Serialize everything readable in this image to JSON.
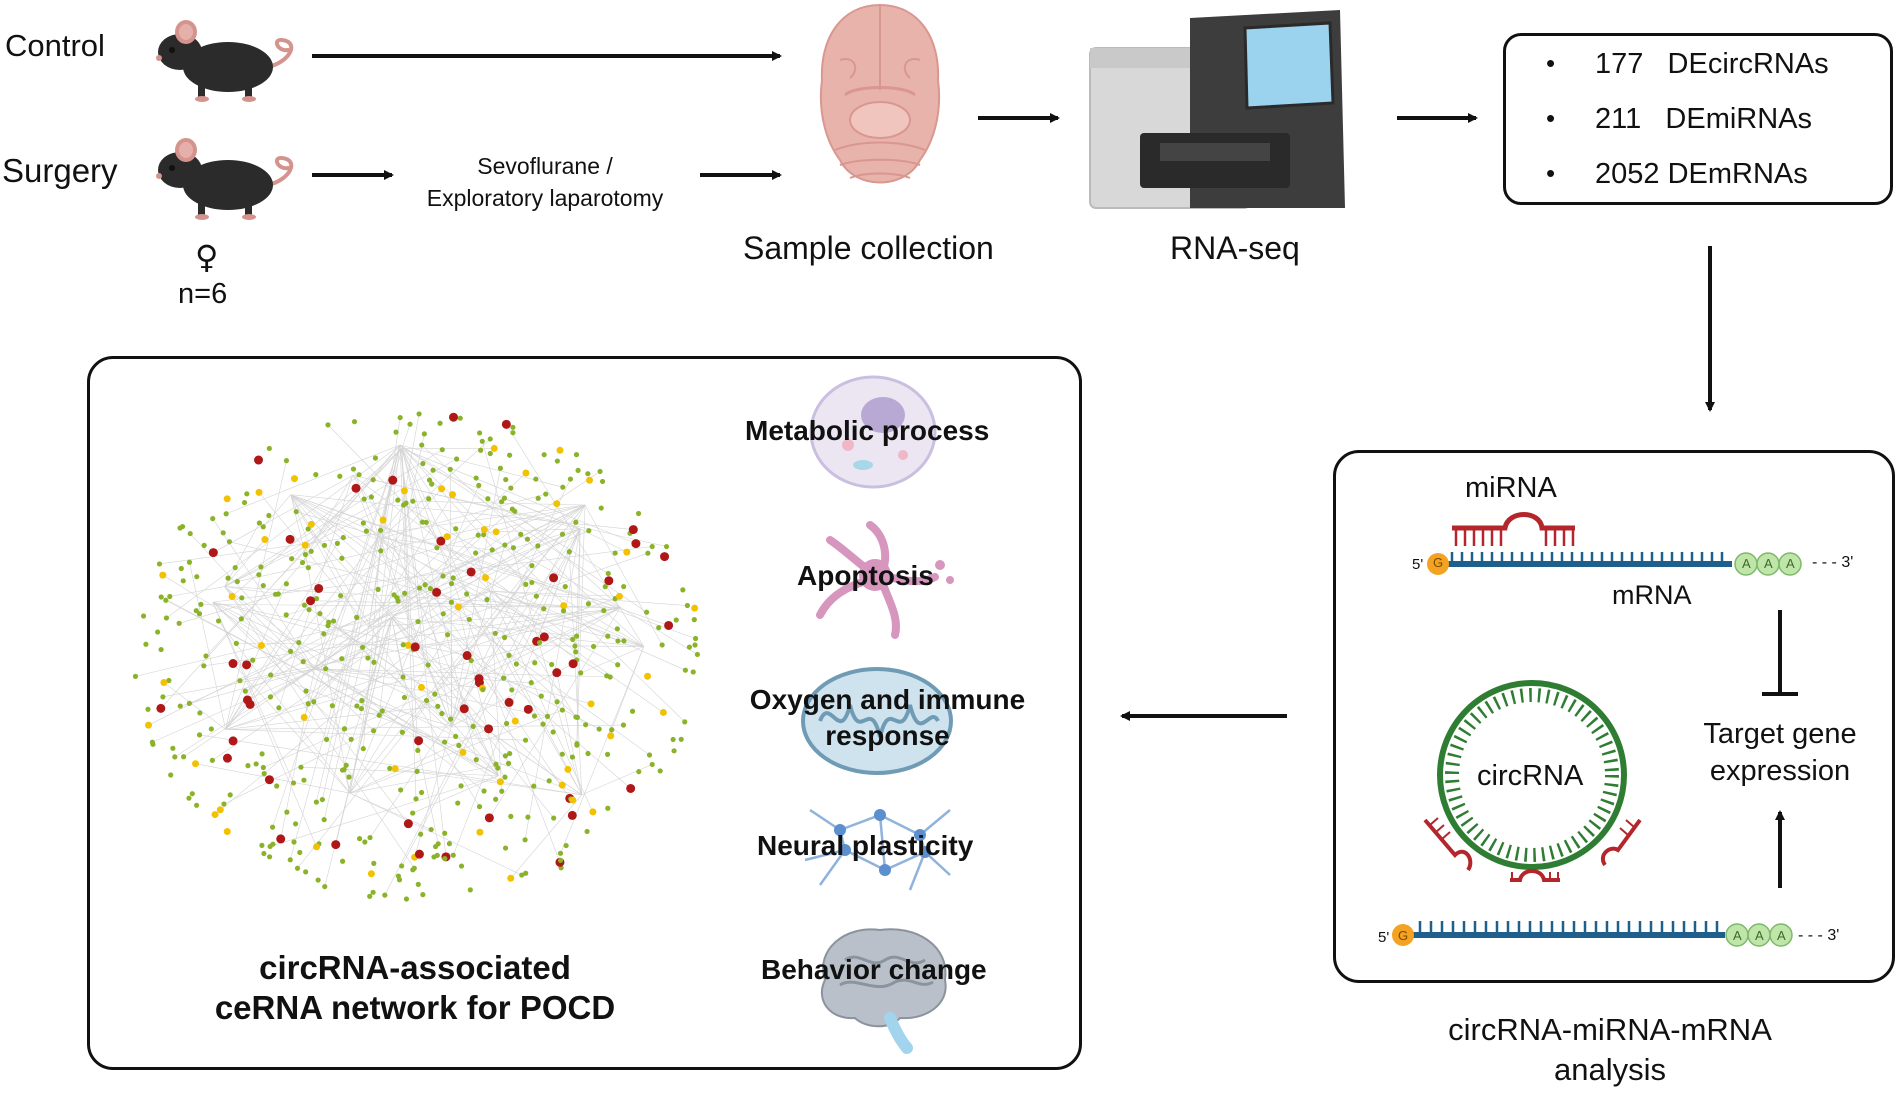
{
  "top": {
    "control_label": "Control",
    "surgery_label": "Surgery",
    "treatment_line1": "Sevoflurane /",
    "treatment_line2": "Exploratory laparotomy",
    "sex_symbol": "♀",
    "n_label": "n=6",
    "sample_label": "Sample collection",
    "rnaseq_label": "RNA-seq"
  },
  "de_box": {
    "items": [
      {
        "bullet": "•",
        "text": "177   DEcircRNAs"
      },
      {
        "bullet": "•",
        "text": "211   DEmiRNAs"
      },
      {
        "bullet": "•",
        "text": "2052 DEmRNAs"
      }
    ]
  },
  "mechanism": {
    "mirna_label": "miRNA",
    "mrna_label": "mRNA",
    "five_prime": "5'",
    "three_prime": "- - - 3'",
    "cap_letter": "G",
    "polya_letter": "A",
    "circrna_label": "circRNA",
    "target_line1": "Target gene",
    "target_line2": "expression",
    "caption_line1": "circRNA-miRNA-mRNA",
    "caption_line2": "analysis"
  },
  "network_box": {
    "categories": [
      {
        "label_lines": [
          "Metabolic process"
        ],
        "icon": "cell-icon"
      },
      {
        "label_lines": [
          "Apoptosis"
        ],
        "icon": "apoptotic-cell-icon"
      },
      {
        "label_lines": [
          "Oxygen and immune",
          "response"
        ],
        "icon": "mitochondrion-icon"
      },
      {
        "label_lines": [
          "Neural plasticity"
        ],
        "icon": "neuron-network-icon"
      },
      {
        "label_lines": [
          "Behavior change"
        ],
        "icon": "brain-icon"
      }
    ],
    "title_line1": "circRNA-associated",
    "title_line2": "ceRNA network for POCD"
  },
  "colors": {
    "mouse": "#2b2b2b",
    "mouse_ear": "#d4938c",
    "brain": "#e7b3ab",
    "mirna": "#b3262b",
    "mrna": "#1f5f8b",
    "circrna": "#2e7d32",
    "cap": "#f3a321",
    "polya": "#bfe6a8",
    "node_green": "#8bb32a",
    "node_red": "#b01818",
    "node_yellow": "#f2c200"
  }
}
